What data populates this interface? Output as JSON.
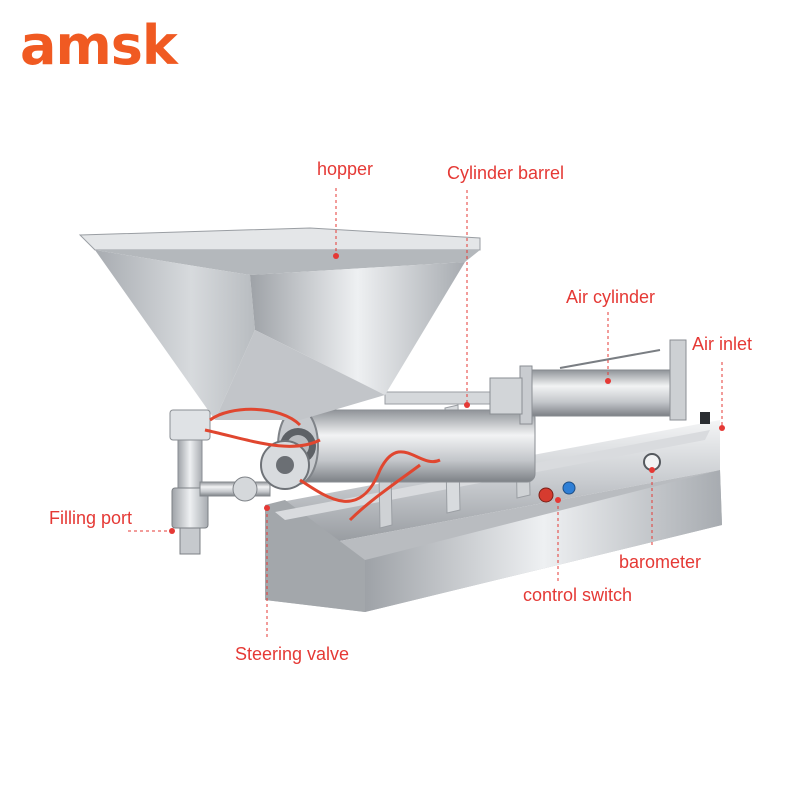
{
  "brand": {
    "logo_text": "amsk",
    "logo_color": "#f05a22"
  },
  "label_color": "#e53935",
  "labels": {
    "hopper": "hopper",
    "cylinder_barrel": "Cylinder barrel",
    "air_cylinder": "Air cylinder",
    "air_inlet": "Air inlet",
    "filling_port": "Filling port",
    "barometer": "barometer",
    "control_switch": "control switch",
    "steering_valve": "Steering valve"
  }
}
